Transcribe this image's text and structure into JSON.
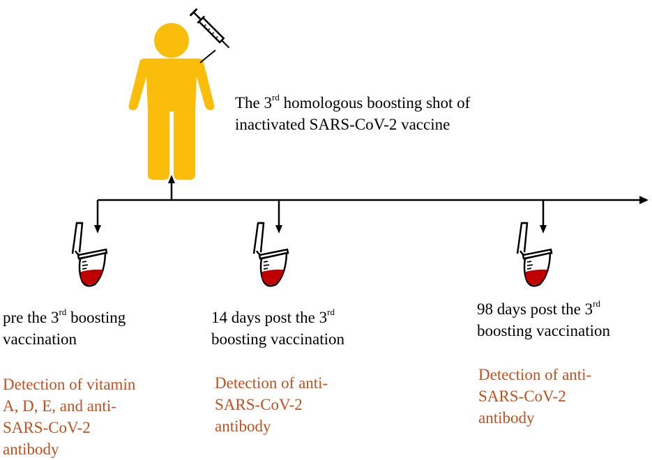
{
  "colors": {
    "person": "#fbbd0c",
    "blood": "#c00000",
    "detection_text": "#c0501e",
    "line": "#000000"
  },
  "booster": {
    "line1_pre": "The 3",
    "line1_sup": "rd",
    "line1_post": " homologous boosting shot of",
    "line2": "inactivated SARS-CoV-2 vaccine"
  },
  "timepoints": [
    {
      "line1_pre": "pre the 3",
      "line1_sup": "rd",
      "line1_post": " boosting",
      "line2": "vaccination",
      "detection": [
        "Detection of vitamin",
        "A, D, E, and anti-",
        "SARS-CoV-2",
        "antibody"
      ]
    },
    {
      "line1_pre": "14 days post the 3",
      "line1_sup": "rd",
      "line1_post": "",
      "line2": "boosting vaccination",
      "detection": [
        "Detection of anti-",
        "SARS-CoV-2",
        "antibody"
      ]
    },
    {
      "line1_pre": "98 days post the 3",
      "line1_sup": "rd",
      "line1_post": "",
      "line2": "boosting vaccination",
      "detection": [
        "Detection of anti-",
        "SARS-CoV-2",
        "antibody"
      ]
    }
  ]
}
